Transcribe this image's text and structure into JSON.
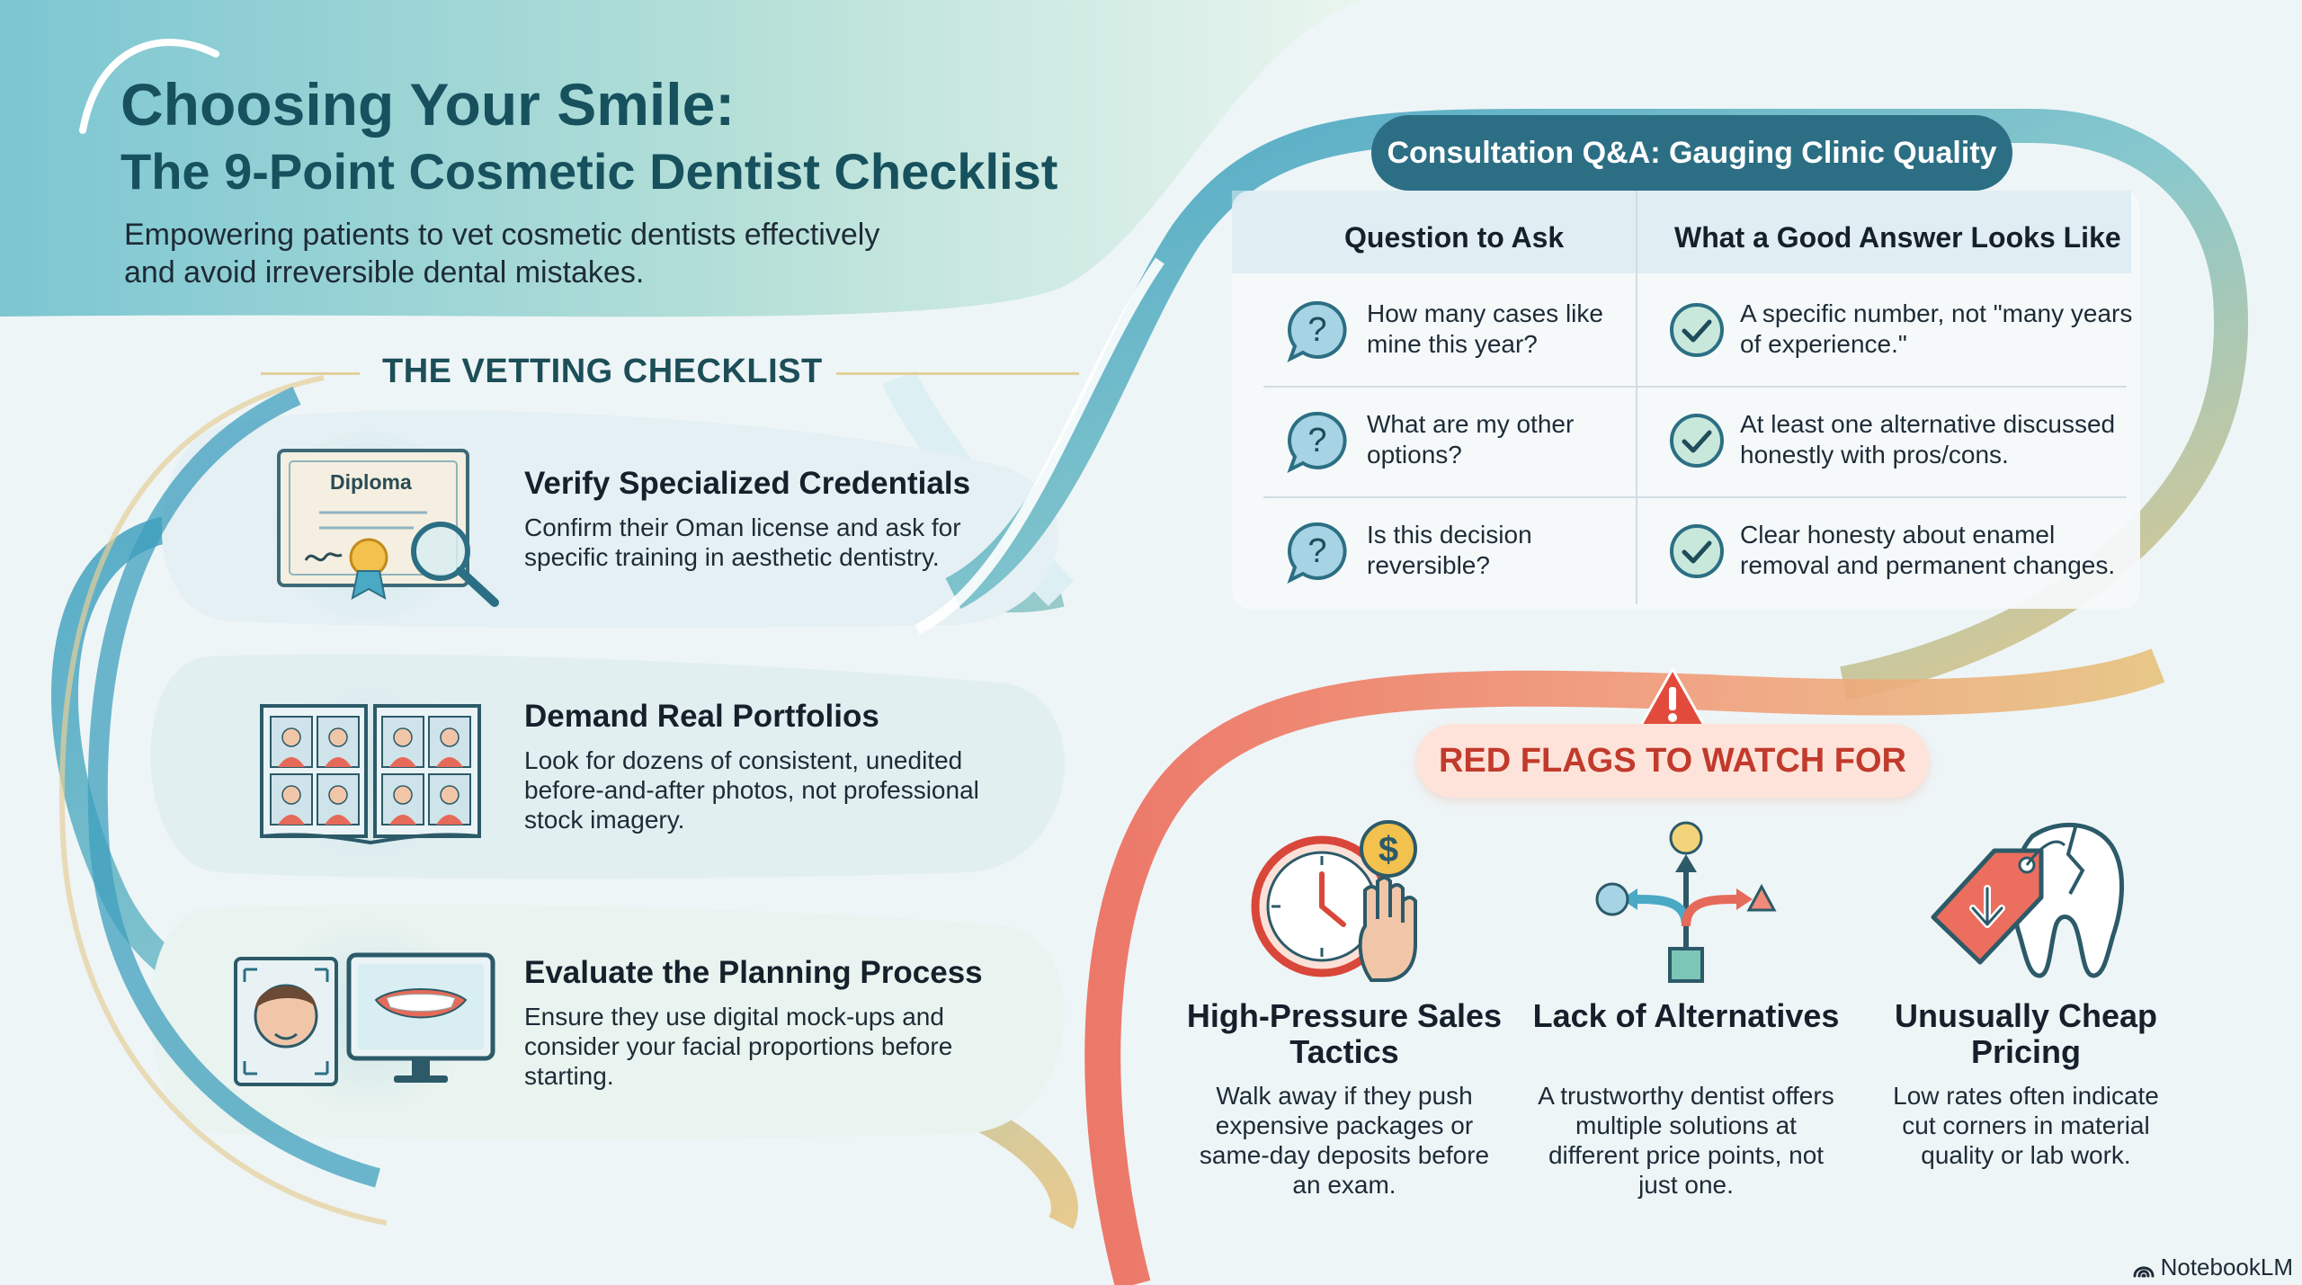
{
  "header": {
    "title_line1": "Choosing Your Smile:",
    "title_line2": "The 9-Point Cosmetic Dentist Checklist",
    "subtitle": "Empowering patients to vet cosmetic dentists effectively and avoid irreversible dental mistakes."
  },
  "checklist": {
    "heading": "THE VETTING CHECKLIST",
    "items": [
      {
        "title": "Verify Specialized Credentials",
        "desc": "Confirm their Oman license and ask for specific training in aesthetic dentistry.",
        "icon": "diploma-magnifier-icon",
        "icon_label": "Diploma"
      },
      {
        "title": "Demand Real Portfolios",
        "desc": "Look for dozens of consistent, unedited before-and-after photos, not professional stock imagery.",
        "icon": "photo-album-icon"
      },
      {
        "title": "Evaluate the Planning Process",
        "desc": "Ensure they use digital mock-ups and consider your facial proportions before starting.",
        "icon": "face-scan-monitor-icon"
      }
    ]
  },
  "consultation": {
    "heading": "Consultation Q&A: Gauging Clinic Quality",
    "col_question": "Question to Ask",
    "col_answer": "What a Good Answer Looks Like",
    "rows": [
      {
        "question": "How many cases like mine this year?",
        "answer": "A specific number, not \"many years of experience.\""
      },
      {
        "question": "What are my other options?",
        "answer": "At least one alternative discussed honestly with pros/cons."
      },
      {
        "question": "Is this decision reversible?",
        "answer": "Clear honesty about enamel removal and permanent changes."
      }
    ]
  },
  "red_flags": {
    "heading": "RED FLAGS TO WATCH FOR",
    "items": [
      {
        "title": "High-Pressure Sales Tactics",
        "desc": "Walk away if they push expensive packages or same-day deposits before an exam.",
        "icon": "clock-money-hand-icon"
      },
      {
        "title": "Lack of Alternatives",
        "desc": "A trustworthy dentist offers multiple solutions at different price points, not just one.",
        "icon": "branching-arrows-icon"
      },
      {
        "title": "Unusually Cheap Pricing",
        "desc": "Low rates often indicate cut corners in material quality or lab work.",
        "icon": "price-tag-cracked-tooth-icon"
      }
    ]
  },
  "branding": {
    "label": "NotebookLM"
  },
  "colors": {
    "teal": "#2c6f84",
    "title": "#17515e",
    "red": "#c23a2c",
    "ribbon_teal": "#4aa9c4",
    "ribbon_red": "#ec6e5e",
    "ribbon_gold": "#e3bf74"
  }
}
